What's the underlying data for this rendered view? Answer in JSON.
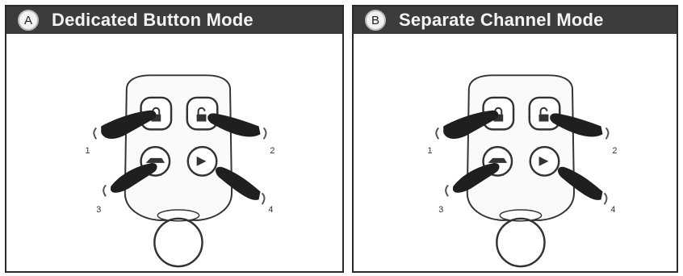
{
  "panels": [
    {
      "badge": "A",
      "title": "Dedicated Button Mode",
      "labels": {
        "n1": "1",
        "n2": "2",
        "n3": "3",
        "n4": "4"
      },
      "buttons": [
        "lock-icon",
        "unlock-icon",
        "trunk-icon",
        "panic-horn-icon"
      ]
    },
    {
      "badge": "B",
      "title": "Separate Channel Mode",
      "labels": {
        "n1": "1",
        "n2": "2",
        "n3": "3",
        "n4": "4"
      },
      "buttons": [
        "lock-icon",
        "unlock-icon",
        "trunk-icon",
        "panic-horn-icon"
      ]
    }
  ],
  "colors": {
    "header": "#3c3c3c",
    "header_text": "#f4f4f4",
    "ink": "#333333",
    "finger": "#1f1f1f"
  }
}
